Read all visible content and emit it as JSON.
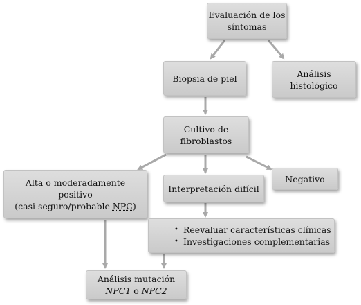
{
  "nodes": {
    "evaluation": {
      "lines": [
        "Evaluación de los",
        "síntomas"
      ]
    },
    "biopsy": {
      "label": "Biopsia de piel"
    },
    "histology": {
      "lines": [
        "Análisis",
        "histológico"
      ]
    },
    "culture": {
      "lines": [
        "Cultivo de",
        "fibroblastos"
      ]
    },
    "positive": {
      "line1": "Alta o moderadamente",
      "line2": "positivo",
      "line3_pre": "(casi seguro/probable ",
      "line3_abbr": "NPC",
      "line3_post": ")"
    },
    "difficult": {
      "label": "Interpretación difícil"
    },
    "negative": {
      "label": "Negativo"
    },
    "reevaluate": {
      "bullet": "•",
      "items": [
        "Reevaluar características clínicas",
        "Investigaciones complementarias"
      ]
    },
    "mutation": {
      "line1": "Análisis mutación",
      "gene1": "NPC1",
      "connector": " o ",
      "gene2": "NPC2"
    }
  },
  "colors": {
    "box_fill": "#d3d3d3",
    "arrow": "#a9a9a9"
  }
}
